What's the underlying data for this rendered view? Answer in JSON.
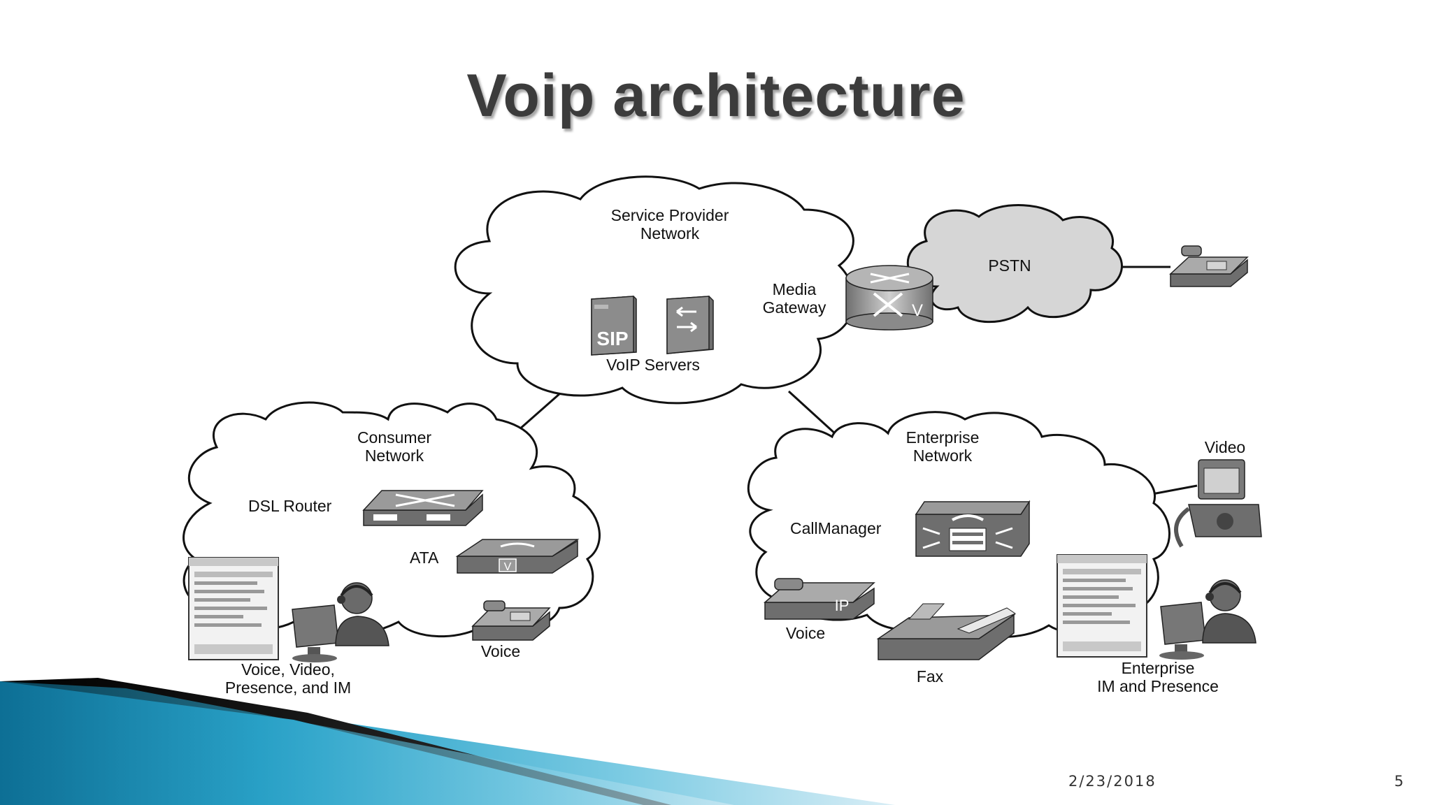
{
  "slide": {
    "title": "Voip architecture",
    "date": "2/23/2018",
    "page_number": "5"
  },
  "diagram": {
    "clouds": {
      "service_provider": "Service Provider\nNetwork",
      "pstn": "PSTN",
      "consumer": "Consumer\nNetwork",
      "enterprise": "Enterprise\nNetwork"
    },
    "labels": {
      "voip_servers": "VoIP Servers",
      "media_gateway": "Media\nGateway",
      "dsl_router": "DSL Router",
      "ata": "ATA",
      "consumer_voice": "Voice",
      "consumer_client": "Voice, Video,\nPresence, and IM",
      "callmanager": "CallManager",
      "video": "Video",
      "enterprise_voice": "Voice",
      "fax": "Fax",
      "enterprise_client": "Enterprise\nIM and Presence",
      "sip_badge": "SIP",
      "ip_badge": "IP",
      "gateway_v": "V",
      "ata_v": "V"
    },
    "colors": {
      "device_grey": "#8a8a8a",
      "pstn_fill": "#d6d6d6",
      "accent_blue": "#1d8fb8"
    }
  }
}
